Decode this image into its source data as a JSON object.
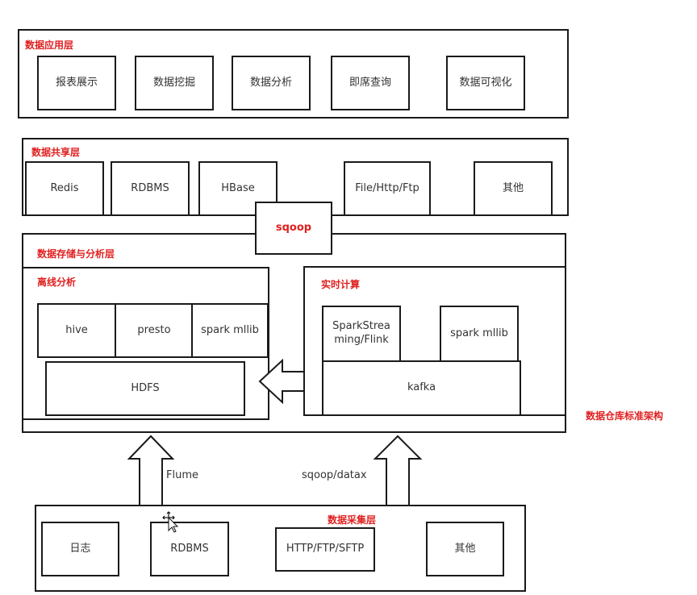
{
  "app_layer": {
    "title": "数据应用层",
    "items": [
      "报表展示",
      "数据挖掘",
      "数据分析",
      "即席查询",
      "数据可视化"
    ]
  },
  "share_layer": {
    "title": "数据共享层",
    "items": [
      "Redis",
      "RDBMS",
      "HBase",
      "File/Http/Ftp",
      "其他"
    ]
  },
  "sqoop_label": "sqoop",
  "storage_layer": {
    "title": "数据存储与分析层",
    "offline": {
      "title": "离线分析",
      "items": [
        "hive",
        "presto",
        "spark mllib"
      ],
      "hdfs": "HDFS"
    },
    "realtime": {
      "title": "实时计算",
      "streaming": "SparkStreaming/Flink",
      "mllib": "spark mllib",
      "kafka": "kafka"
    }
  },
  "side_label": "数据仓库标准架构",
  "flume_label": "Flume",
  "sqoop_datax_label": "sqoop/datax",
  "collect_layer": {
    "title": "数据采集层",
    "items": [
      "日志",
      "RDBMS",
      "HTTP/FTP/SFTP",
      "其他"
    ]
  },
  "colors": {
    "accent": "#e02020",
    "border": "#1a1a1a"
  }
}
